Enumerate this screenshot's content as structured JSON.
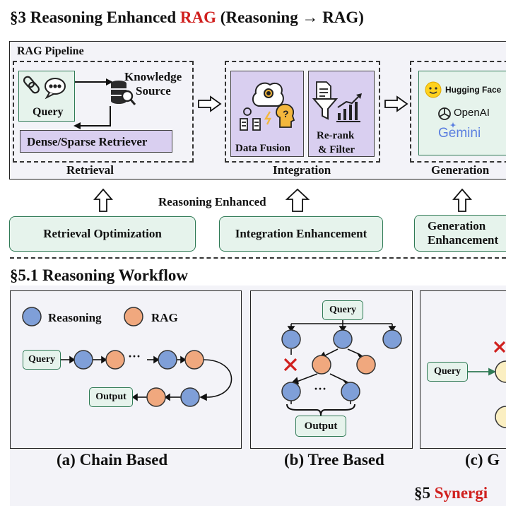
{
  "header": {
    "prefix": "§3 Reasoning Enhanced ",
    "highlight": "RAG",
    "suffix": " (Reasoning → RAG)"
  },
  "pipeline": {
    "title": "RAG Pipeline",
    "query": "Query",
    "knowledge": "Knowledge",
    "source": "Source",
    "retriever": "Dense/Sparse Retriever",
    "retrieval_label": "Retrieval",
    "data_fusion": "Data Fusion",
    "rerank_1": "Re-rank",
    "rerank_2": "& Filter",
    "integration_label": "Integration",
    "generation_label": "Generation",
    "models": [
      "Hugging Face",
      "OpenAI",
      "Gemini"
    ]
  },
  "enhance": {
    "center_label": "Reasoning Enhanced",
    "retrieval": "Retrieval Optimization",
    "integration": "Integration Enhancement",
    "gen_1": "Generation",
    "gen_2": "Enhancement"
  },
  "workflow": {
    "title": "§5.1 Reasoning Workflow",
    "legend_reasoning": "Reasoning",
    "legend_rag": "RAG",
    "chain_query": "Query",
    "chain_output": "Output",
    "chain_dots": "···",
    "tree_query": "Query",
    "tree_output": "Output",
    "tree_dots": "···",
    "graph_query": "Query",
    "caption_a": "(a) Chain Based",
    "caption_b": "(b) Tree Based",
    "caption_c": "(c) G"
  },
  "footer": {
    "prefix": "§5 ",
    "highlight": "Synergi"
  },
  "colors": {
    "reasoning_node": "#7f9fd8",
    "rag_node": "#f0a87e",
    "graph_node": "#fbefc2",
    "panel_bg": "#f3f3f8",
    "purple_box": "#d9cff0",
    "green_box": "#e6f3ec",
    "accent_red": "#d0201e"
  }
}
